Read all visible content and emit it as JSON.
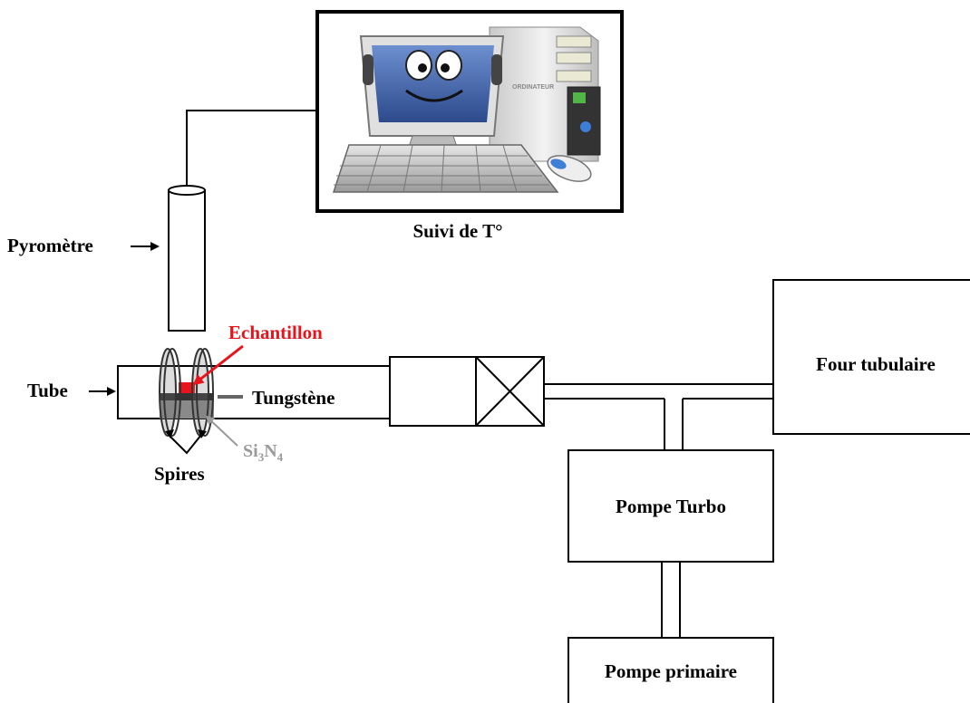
{
  "labels": {
    "computer_caption": "Suivi de T°",
    "pyrometer": "Pyromètre",
    "sample": "Echantillon",
    "tube": "Tube",
    "tungsten": "Tungstène",
    "si_main": "Si",
    "si_sub": "3",
    "n_main": "N",
    "n_sub": "4",
    "coils": "Spires",
    "furnace": "Four tubulaire",
    "turbo_pump": "Pompe Turbo",
    "primary_pump": "Pompe primaire"
  },
  "computer": {
    "brand": "ORDINATEUR"
  },
  "colors": {
    "line": "#000000",
    "sample": "#e8131b",
    "si3n4": "#9a9a9a",
    "screen": "#3b5a9a"
  }
}
